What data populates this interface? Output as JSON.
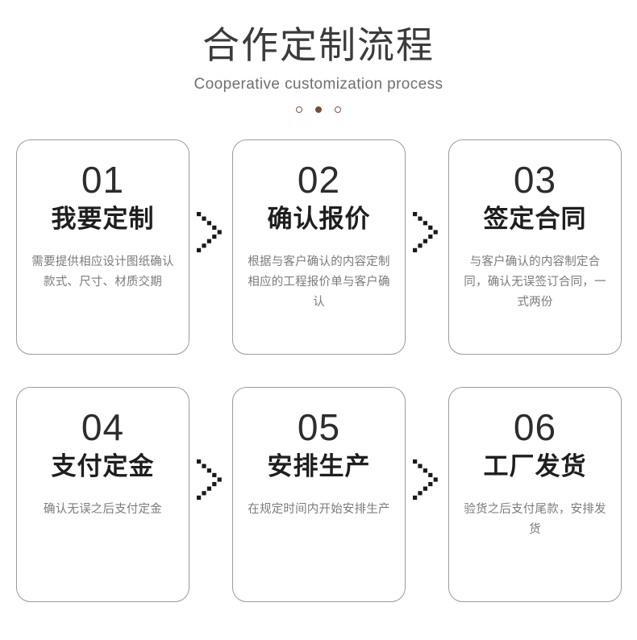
{
  "header": {
    "title": "合作定制流程",
    "subtitle": "Cooperative customization process",
    "dots": [
      {
        "name": "pager-dot-1",
        "style": "hollow"
      },
      {
        "name": "pager-dot-2",
        "style": "solid"
      },
      {
        "name": "pager-dot-3",
        "style": "hollow"
      }
    ],
    "dot_color_hollow": "#8a5440",
    "dot_color_solid": "#7d4a33"
  },
  "colors": {
    "background": "#ffffff",
    "title": "#3b3b3b",
    "subtitle": "#6f6f6f",
    "card_border": "#9b9b9b",
    "card_number": "#2d2d2d",
    "card_heading": "#1e1e1e",
    "card_description": "#7b7b7b",
    "chevron": "#1a1a1a"
  },
  "steps": [
    {
      "number": "01",
      "heading": "我要定制",
      "description": "需要提供相应设计图纸确认款式、尺寸、材质交期"
    },
    {
      "number": "02",
      "heading": "确认报价",
      "description": "根据与客户确认的内容定制相应的工程报价单与客户确认"
    },
    {
      "number": "03",
      "heading": "签定合同",
      "description": "与客户确认的内容制定合同，确认无误签订合同，一式两份"
    },
    {
      "number": "04",
      "heading": "支付定金",
      "description": "确认无误之后支付定金"
    },
    {
      "number": "05",
      "heading": "安排生产",
      "description": "在规定时间内开始安排生产"
    },
    {
      "number": "06",
      "heading": "工厂发货",
      "description": "验货之后支付尾款，安排发货"
    }
  ]
}
